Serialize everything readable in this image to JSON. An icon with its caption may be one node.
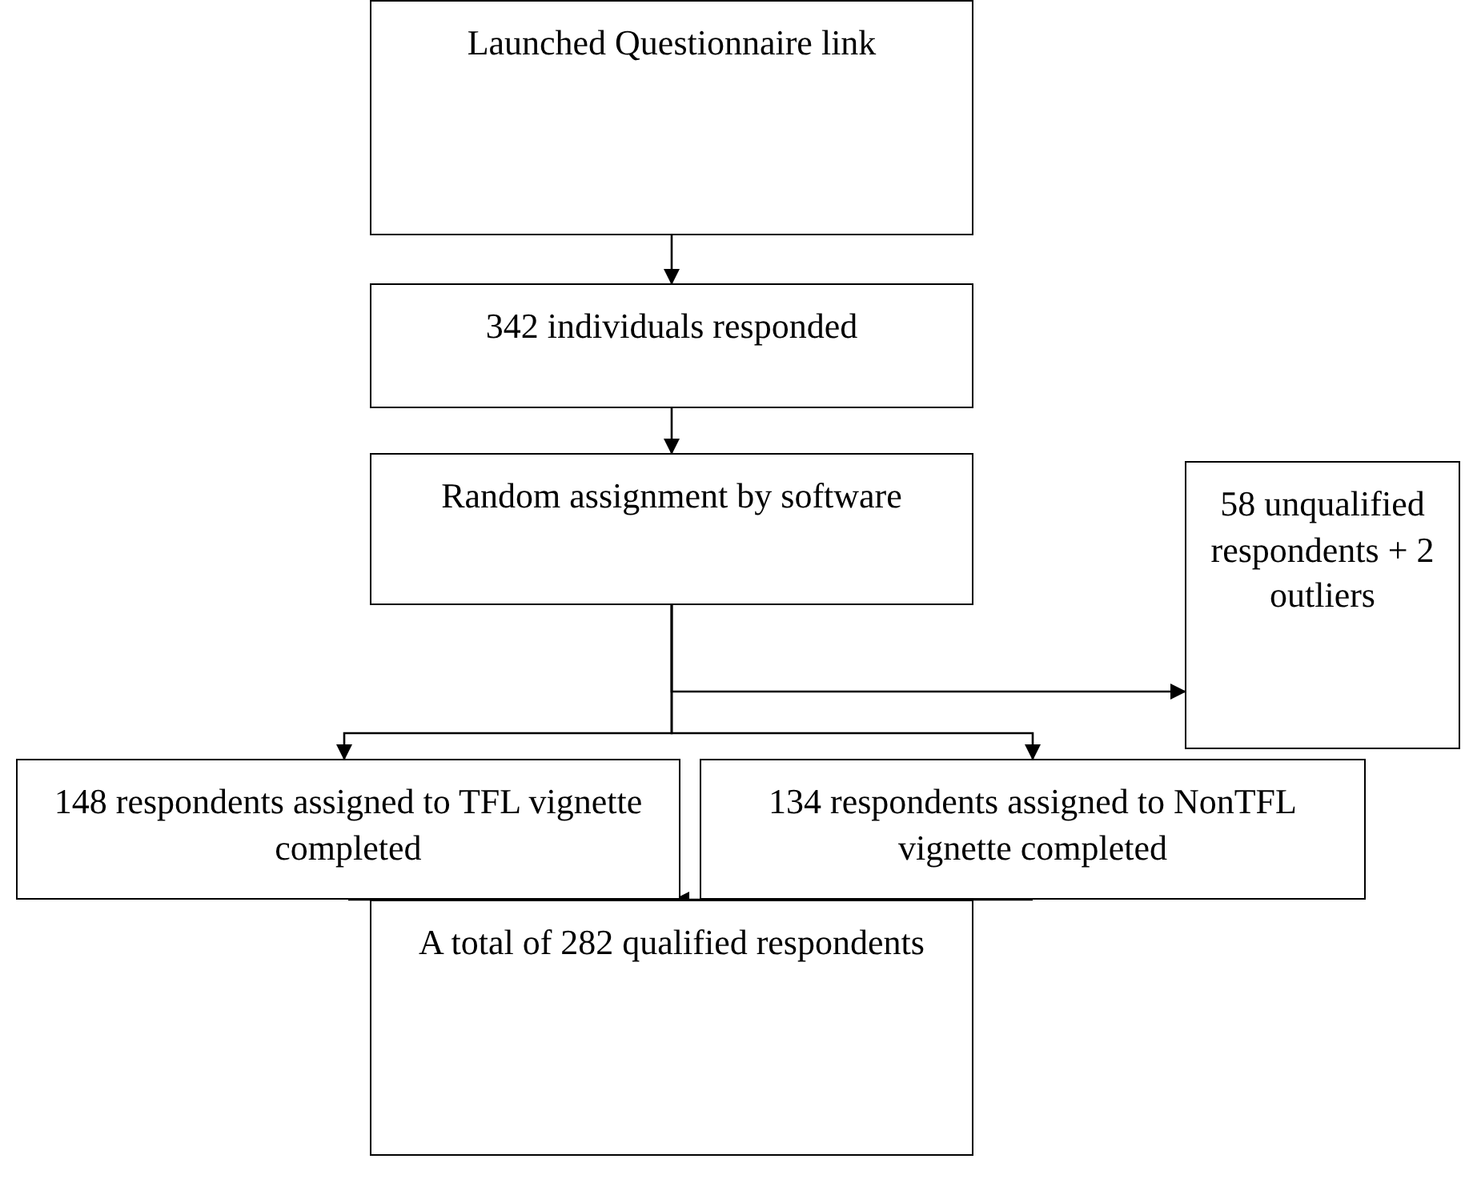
{
  "diagram": {
    "nodes": [
      {
        "text": [
          "Launched Questionnaire link"
        ]
      },
      {
        "text": [
          "342 individuals responded"
        ]
      },
      {
        "text": [
          "Random assignment by software"
        ]
      },
      {
        "text": [
          "58 unqualified respondents + 2 outliers"
        ]
      },
      {
        "text": [
          "148 respondents assigned to TFL vignette completed"
        ]
      },
      {
        "text": [
          "134 respondents assigned to NonTFL vignette completed"
        ]
      },
      {
        "text": [
          "A total of 282 qualified respondents"
        ]
      }
    ],
    "edges": [
      {
        "from": 0,
        "to": 1,
        "arrow": "to"
      },
      {
        "from": 1,
        "to": 2,
        "arrow": "to"
      },
      {
        "from": 2,
        "to": 3,
        "arrow": "to"
      },
      {
        "from": 2,
        "to": 4,
        "arrow": "to"
      },
      {
        "from": 2,
        "to": 5,
        "arrow": "to"
      },
      {
        "from": 4,
        "to": 6,
        "arrow": "to"
      },
      {
        "from": 5,
        "to": 6,
        "arrow": "to"
      }
    ]
  }
}
